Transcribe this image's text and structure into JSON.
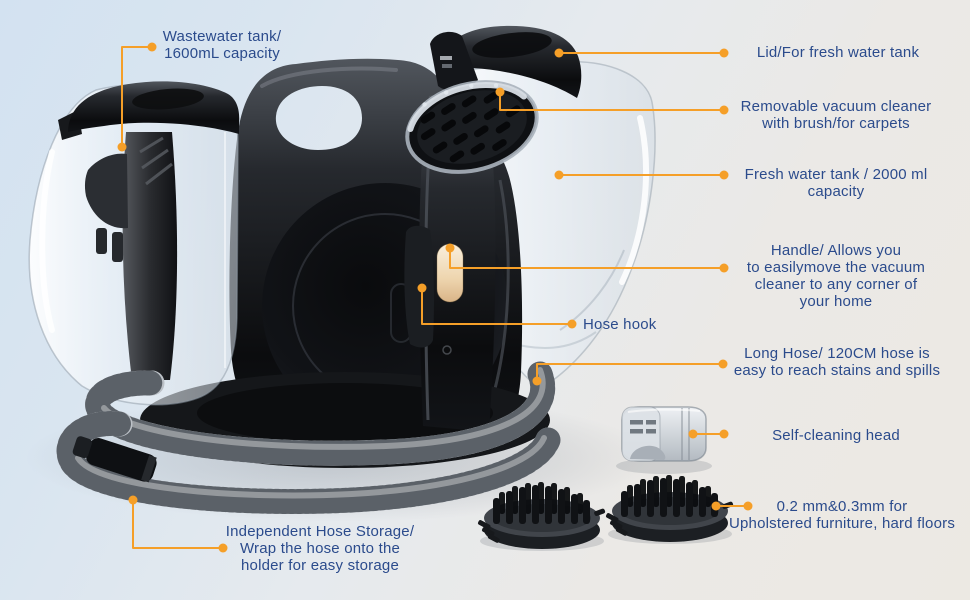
{
  "colors": {
    "accent_orange": "#F59F28",
    "label_blue": "#2B4B8C",
    "background_top_left": "#D3E2F1",
    "background_bottom_right": "#ECE9E3"
  },
  "callouts": [
    {
      "id": "wastewater-tank",
      "text": "Wastewater tank/\n1600mL capacity"
    },
    {
      "id": "lid",
      "text": "Lid/For fresh water tank"
    },
    {
      "id": "removable-vacuum",
      "text": "Removable vacuum cleaner\nwith brush/for carpets"
    },
    {
      "id": "fresh-water-tank",
      "text": "Fresh water tank / 2000 ml\ncapacity"
    },
    {
      "id": "handle",
      "text": "Handle/ Allows you\nto easilymove the vacuum\ncleaner to any corner of\nyour home"
    },
    {
      "id": "hose-hook",
      "text": "Hose hook"
    },
    {
      "id": "long-hose",
      "text": "Long Hose/ 120CM hose is\neasy to reach stains and spills"
    },
    {
      "id": "self-cleaning-head",
      "text": "Self-cleaning head"
    },
    {
      "id": "brush-sizes",
      "text": "0.2 mm&0.3mm for\nUpholstered furniture, hard floors"
    },
    {
      "id": "hose-storage",
      "text": "Independent Hose Storage/\nWrap the hose onto the\nholder for easy storage"
    }
  ]
}
